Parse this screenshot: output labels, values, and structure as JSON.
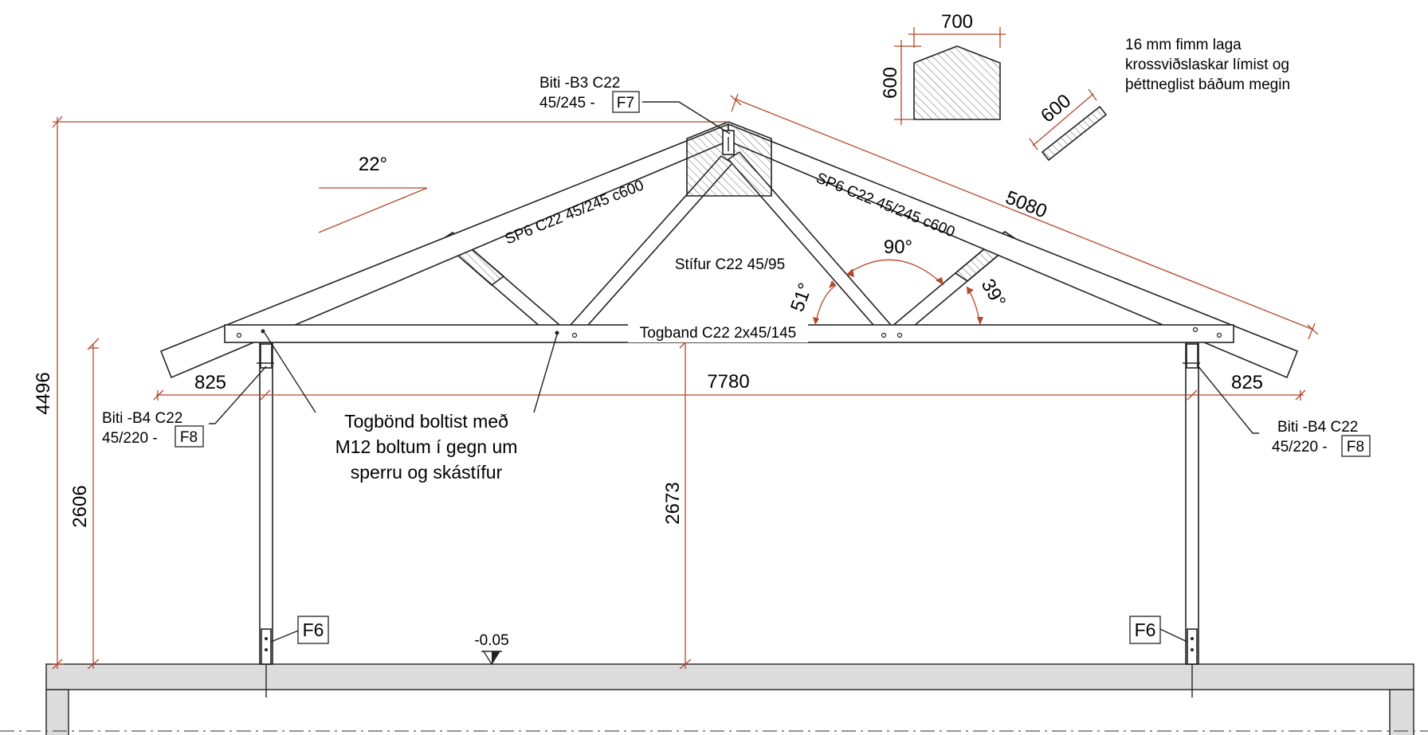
{
  "colors": {
    "dimension": "#b5472a",
    "member_line": "#222222",
    "ground_fill": "#dcdcdc",
    "hatch": "#555555"
  },
  "labels": {
    "ridge_beam_line1": "Biti -B3 C22",
    "ridge_beam_line2": "45/245  -",
    "ridge_beam_tag": "F7",
    "left_rafter": "SP6 C22 45/245 c600",
    "right_rafter": "SP6 C22 45/245 c600",
    "struts": "Stífur C22 45/95",
    "tie_beam": "Togband C22 2x45/145",
    "left_beam_line1": "Biti -B4 C22",
    "left_beam_line2": "45/220  -",
    "left_beam_tag": "F8",
    "right_beam_line1": "Biti -B4 C22",
    "right_beam_line2": "45/220  -",
    "right_beam_tag": "F8",
    "bolt_note_line1": "Togbönd boltist með",
    "bolt_note_line2": "M12 boltum í gegn um",
    "bolt_note_line3": "sperru og skástífur",
    "gusset_note_line1": "16 mm fimm laga",
    "gusset_note_line2": "krossviðslaskar  límist og",
    "gusset_note_line3": "þéttneglist báðum megin",
    "left_footing_tag": "F6",
    "right_footing_tag": "F6",
    "level": "-0.05"
  },
  "dimensions": {
    "total_height": "4496",
    "post_height": "2606",
    "clear_height": "2673",
    "span": "7780",
    "left_overhang": "825",
    "right_overhang": "825",
    "rafter_length": "5080",
    "gusset_width": "700",
    "gusset_height": "600",
    "splice_length": "600"
  },
  "angles": {
    "roof_pitch": "22°",
    "apex_strut_angle": "90°",
    "left_strut_angle": "51°",
    "right_strut_angle": "39°"
  }
}
